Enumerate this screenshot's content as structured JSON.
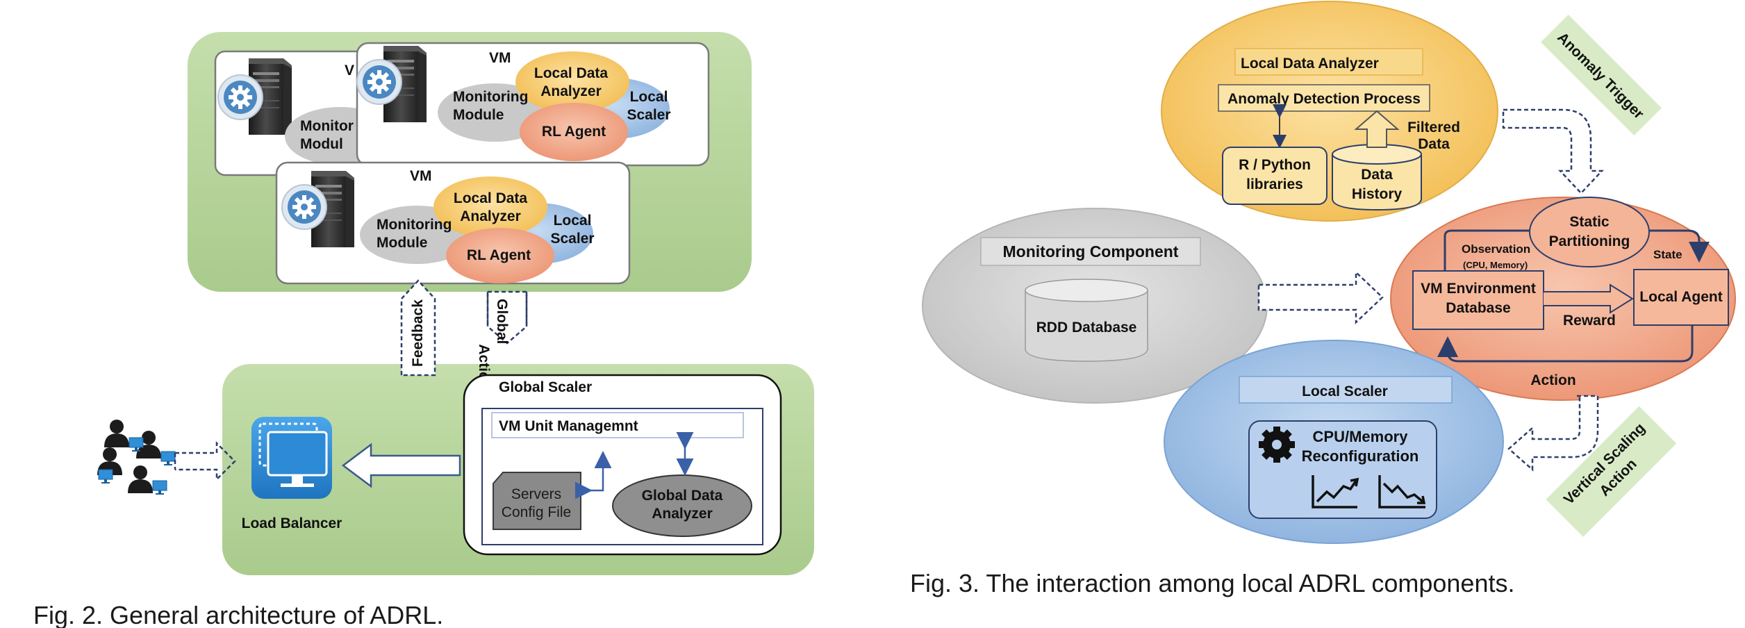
{
  "fig2": {
    "caption": "Fig. 2. General architecture of ADRL.",
    "vm_back": {
      "title_partial": "V",
      "monitoring": "Monitor\nModul"
    },
    "vm_mid": {
      "title": "VM",
      "monitoring": "Monitoring\nModule",
      "analyzer": "Local Data\nAnalyzer",
      "scaler": "Local\nScaler",
      "agent": "RL Agent"
    },
    "vm_front": {
      "title": "VM",
      "monitoring": "Monitoring\nModule",
      "analyzer": "Local Data\nAnalyzer",
      "scaler": "Local\nScaler",
      "agent": "RL Agent"
    },
    "feedback": "Feedback",
    "global_action": "Global\nAction",
    "global_scaler": {
      "title": "Global Scaler",
      "vm_unit": "VM Unit Managemnt",
      "servers": "Servers\nConfig File",
      "analyzer": "Global Data\nAnalyzer"
    },
    "load_balancer": "Load  Balancer"
  },
  "fig3": {
    "caption": "Fig. 3. The interaction among local ADRL components.",
    "local_data_analyzer": {
      "title": "Local Data Analyzer",
      "process": "Anomaly Detection Process",
      "libraries": "R / Python\nlibraries",
      "history": "Data\nHistory",
      "filtered": "Filtered\nData"
    },
    "anomaly_trigger": "Anomaly Trigger",
    "monitoring_component": {
      "title": "Monitoring Component",
      "db": "RDD Database"
    },
    "rl": {
      "static": "Static\nPartitioning",
      "observation": "Observation",
      "observation_sub": "(CPU,  Memory)",
      "state": "State",
      "vm_env": "VM Environment\nDatabase",
      "local_agent": "Local Agent",
      "reward": "Reward",
      "action": "Action"
    },
    "local_scaler": {
      "title": "Local Scaler",
      "reconfig": "CPU/Memory\nReconfiguration"
    },
    "vertical_scaling": "Vertical Scaling\nAction"
  },
  "icons": [
    "server-tower-icon",
    "gear-icon",
    "users-icon",
    "monitor-icon",
    "trend-up-icon",
    "trend-down-icon"
  ],
  "colors": {
    "green_bg": "#b5d39b",
    "gray_oval": "#cccccc",
    "yellow_oval": "#f6c766",
    "blue_oval": "#9fbfe4",
    "orange_oval": "#f1a888",
    "blue_lb": "#2d8ad6",
    "navy_line": "#2c3e6b"
  }
}
